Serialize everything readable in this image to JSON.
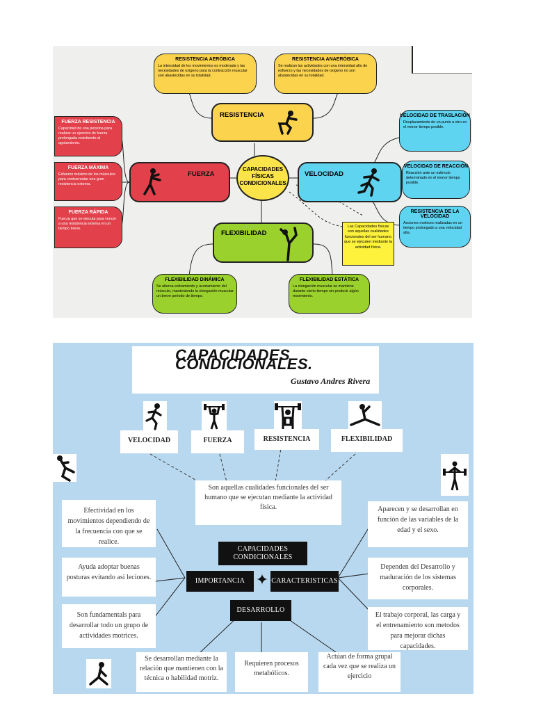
{
  "top_map": {
    "center": [
      "CAPACIDADES",
      "FÍSICAS",
      "CONDICIONALES"
    ],
    "main_nodes": {
      "resistencia": "RESISTENCIA",
      "fuerza": "FUERZA",
      "velocidad": "VELOCIDAD",
      "flexibilidad": "FLEXIBILIDAD"
    },
    "resistencia_aerobica": {
      "title": "RESISTENCIA AERÓBICA",
      "text": "La intensidad de los movimientos es moderada y las necesidades de oxígeno para la contracción muscular son abastecidas en su totalidad."
    },
    "resistencia_anaerobica": {
      "title": "RESISTENCIA ANAERÓBICA",
      "text": "Se realizan las actividades con una intensidad alto de esfuerzo y las necesidades de oxígeno no son abastecidas en su totalidad."
    },
    "fuerza_resistencia": {
      "title": "FUERZA RESISTENCIA",
      "text": "Capacidad de una persona para realizar un ejercicio de fuerza prolongada resistiendo al agotamiento."
    },
    "fuerza_maxima": {
      "title": "FUERZA MÁXIMA",
      "text": "Esfuerzo máximo de los músculos para contrarrestar una gran resistencia externa."
    },
    "fuerza_rapida": {
      "title": "FUERZA RÁPIDA",
      "text": "Fuerza que se ejecuta para vencer a una resistencia externa en un tiempo breve."
    },
    "velocidad_traslacion": {
      "title": "VELOCIDAD DE TRASLACIÓN",
      "text": "Desplazamiento de un punto a otro en el menor tiempo posible."
    },
    "velocidad_reaccion": {
      "title": "VELOCIDAD DE REACCIÓN",
      "text": "Reacción ante un estímulo determinado en el menor tiempo posible."
    },
    "resistencia_velocidad": {
      "title": "RESISTENCIA DE LA VELOCIDAD",
      "text": "Acciones motrices realizadas en un tiempo prolongado a una velocidad alta."
    },
    "flexibilidad_dinamica": {
      "title": "FLEXIBILIDAD DINÁMICA",
      "text": "Se alterna estiramiento y acortamiento del músculo, manteniendo la elongación muscular un breve periodo de tiempo."
    },
    "flexibilidad_estatica": {
      "title": "FLEXIBILIDAD ESTÁTICA",
      "text": "La elongación muscular se mantiene durante cierto tiempo sin producir algún movimiento."
    },
    "note": "Las Capacidades físicas son aquellas cualidades funcionales del ser humano que se ejecuten mediante la actividad física.",
    "colors": {
      "yellow": "#fcd34d",
      "cyan": "#5fd4f0",
      "red": "#e2414c",
      "green": "#9bd12c"
    }
  },
  "bottom_map": {
    "title": "CAPACIDADES CONDICIONALES.",
    "author": "Gustavo Andres Rivera",
    "capacities": [
      "VELOCIDAD",
      "FUERZA",
      "RESISTENCIA",
      "FLEXIBILIDAD"
    ],
    "definition": "Son aquellas cualidades funcionales del ser humano que se ejecutan mediante la actividad física.",
    "center": "CAPACIDADES CONDICIONALES",
    "importancia": "IMPORTANCIA",
    "caracteristicas": "CARACTERISTICAS",
    "desarrollo": "DESARROLLO",
    "importancia_items": [
      "Efectividad en los movimientos dependiendo de la frecuencia con que se realice.",
      "Ayuda adoptar buenas posturas evitando asi leciones.",
      "Son fundamentals para desarrollar todo un grupo de actividades motrices."
    ],
    "caracteristicas_items": [
      "Aparecen y se desarrollan en función de las variables de la edad y el sexo.",
      "Dependen del Desarrollo y maduración de los sistemas corporales.",
      "El trabajo corporal, las carga y el entrenamiento son metodos para mejorar dichas capacidades."
    ],
    "desarrollo_items": [
      "Se desarrollan mediante la relación que mantienen con la técnica o habilidad motriz.",
      "Requieren procesos metabólicos.",
      "Actúan de forma grupal cada vez que se realiza un ejercicio"
    ],
    "colors": {
      "background": "#b8d8ef",
      "dark_box": "#111111"
    }
  }
}
